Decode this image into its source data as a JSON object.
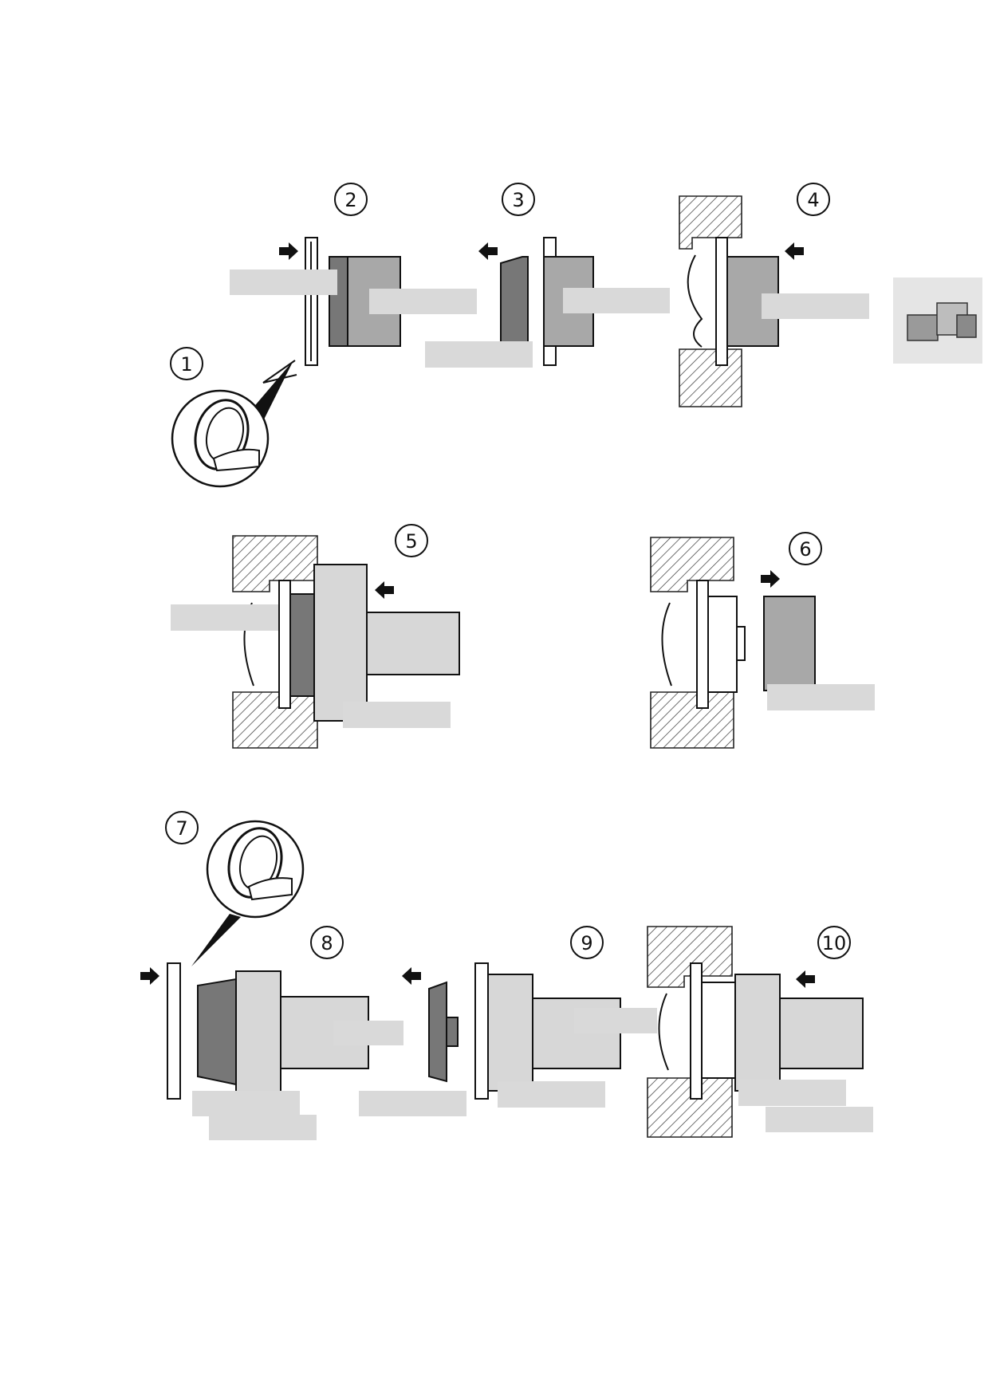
{
  "steps": [
    {
      "number": "1"
    },
    {
      "number": "2"
    },
    {
      "number": "3"
    },
    {
      "number": "4"
    },
    {
      "number": "5"
    },
    {
      "number": "6"
    },
    {
      "number": "7"
    },
    {
      "number": "8"
    },
    {
      "number": "9"
    },
    {
      "number": "10"
    }
  ],
  "thumbnail": {
    "icon": "engine-thumbnail-icon"
  },
  "colors": {
    "tool_dark": "#777777",
    "tool_mid": "#a8a8a8",
    "tool_light": "#d7d7d7",
    "label_placeholder": "#d9d9d9",
    "line": "#111111"
  }
}
